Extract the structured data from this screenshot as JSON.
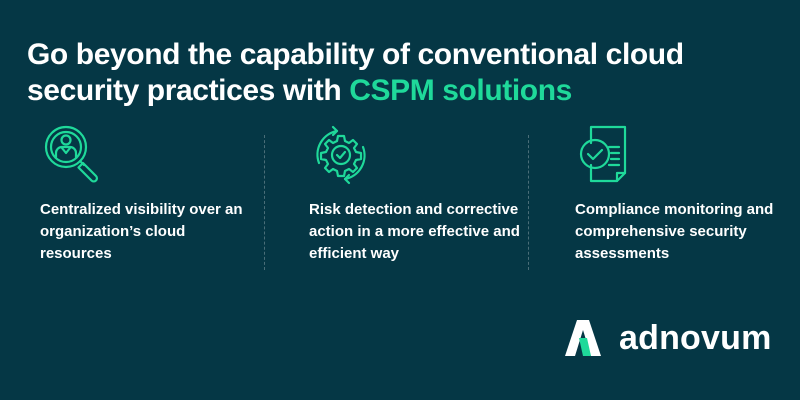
{
  "headline": {
    "line_main": "Go beyond the capability of conventional cloud security practices with ",
    "accent": "CSPM solutions"
  },
  "features": [
    {
      "icon": "magnifier-user-icon",
      "text": "Centralized visibility over an organization’s cloud resources"
    },
    {
      "icon": "gear-check-refresh-icon",
      "text": "Risk detection and corrective action in a more effective and efficient way"
    },
    {
      "icon": "document-check-icon",
      "text": "Compliance monitoring and comprehensive security assessments"
    }
  ],
  "brand": {
    "name": "adnovum"
  },
  "colors": {
    "background": "#053745",
    "accent": "#1fd99a",
    "text": "#ffffff",
    "divider": "#4a6e78"
  }
}
